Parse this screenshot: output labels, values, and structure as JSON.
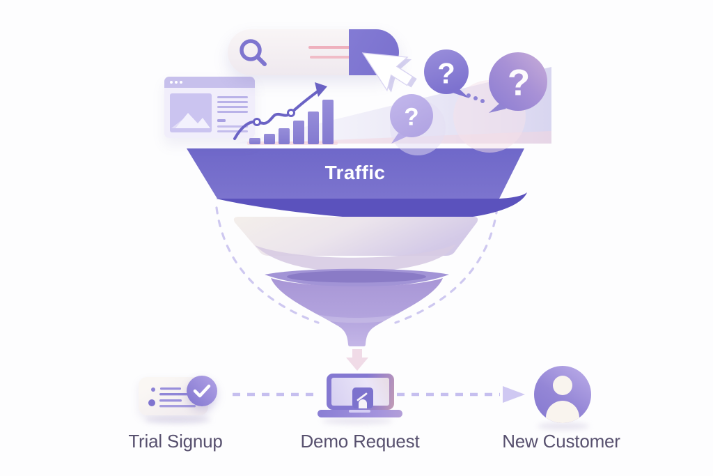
{
  "illustration": {
    "type": "marketing-funnel-diagram",
    "title_stage": "Traffic",
    "question_marks": {
      "medium": "?",
      "large": "?",
      "small": "?"
    },
    "stages": [
      {
        "label": "Trial Signup",
        "icon": "signup-card-check-icon"
      },
      {
        "label": "Demo Request",
        "icon": "laptop-demo-icon"
      },
      {
        "label": "New Customer",
        "icon": "customer-avatar-icon"
      }
    ],
    "decor_icons": [
      "search-bar-icon",
      "cursor-icon",
      "browser-window-icon",
      "growth-chart-icon",
      "question-bubble-icon",
      "down-arrow-icon",
      "dashed-flow-arrow-icon"
    ],
    "colors": {
      "background": "#fdfdfe",
      "funnel_top_band": "#6c65c7",
      "funnel_swoosh": "#5b52bd",
      "funnel_layer2_light": "#f3eeea",
      "funnel_layer2_shade": "#d7cbe3",
      "funnel_vortex": "#a995d8",
      "accent_purple": "#7b72cf",
      "dash_purple": "#c9c2ee",
      "pink_line": "#ecaebc",
      "bubble_light": "#bcb0e8",
      "bubble_mauve": "#b29ad5",
      "arrow_pink": "#f0dbe7",
      "label_text": "#57506e",
      "white": "#ffffff"
    }
  }
}
